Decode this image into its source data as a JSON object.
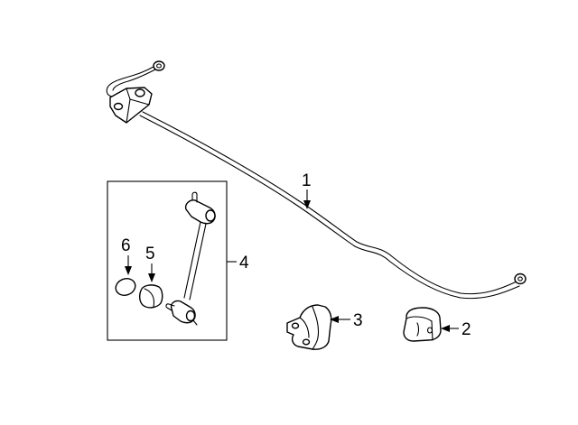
{
  "callouts": {
    "c1": "1",
    "c2": "2",
    "c3": "3",
    "c4": "4",
    "c5": "5",
    "c6": "6"
  },
  "parts": {
    "p1": "stabilizer-bar",
    "p2": "bushing",
    "p3": "bushing-bracket",
    "p4": "stabilizer-link",
    "p5": "link-boot",
    "p6": "link-retainer-ring"
  },
  "colors": {
    "line": "#000000",
    "background": "#ffffff"
  }
}
